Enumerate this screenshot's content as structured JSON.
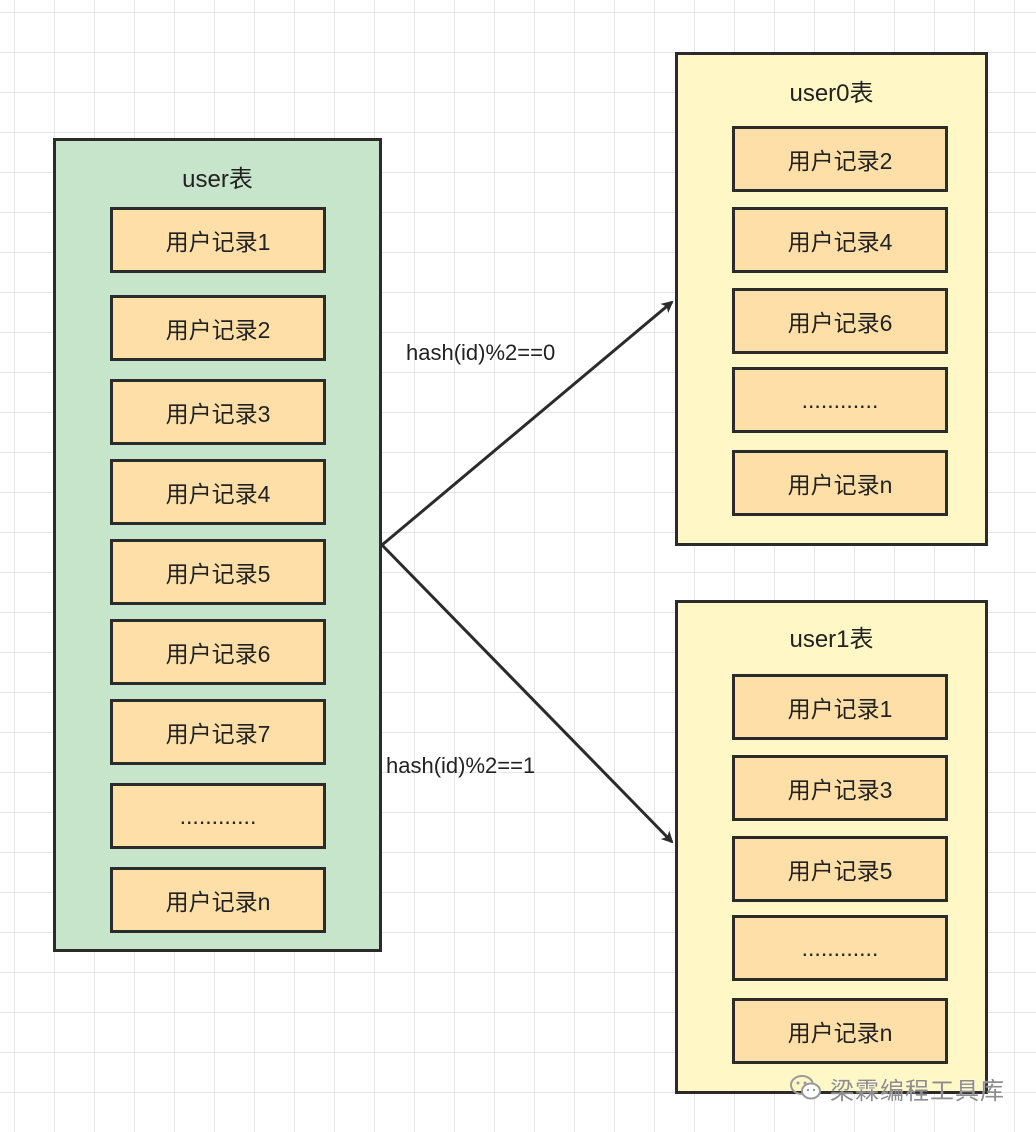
{
  "tables": {
    "source": {
      "title": "user表",
      "records": [
        "用户记录1",
        "用户记录2",
        "用户记录3",
        "用户记录4",
        "用户记录5",
        "用户记录6",
        "用户记录7",
        "............",
        "用户记录n"
      ]
    },
    "shard0": {
      "title": "user0表",
      "records": [
        "用户记录2",
        "用户记录4",
        "用户记录6",
        "............",
        "用户记录n"
      ]
    },
    "shard1": {
      "title": "user1表",
      "records": [
        "用户记录1",
        "用户记录3",
        "用户记录5",
        "............",
        "用户记录n"
      ]
    }
  },
  "edges": {
    "to_shard0": "hash(id)%2==0",
    "to_shard1": "hash(id)%2==1"
  },
  "watermark": {
    "text": "梁霖编程工具库",
    "icon": "wechat-icon"
  },
  "colors": {
    "source_fill": "#c6e5ca",
    "shard_fill": "#fff8c6",
    "record_fill": "#ffdfa8",
    "stroke": "#2b2b2b"
  }
}
